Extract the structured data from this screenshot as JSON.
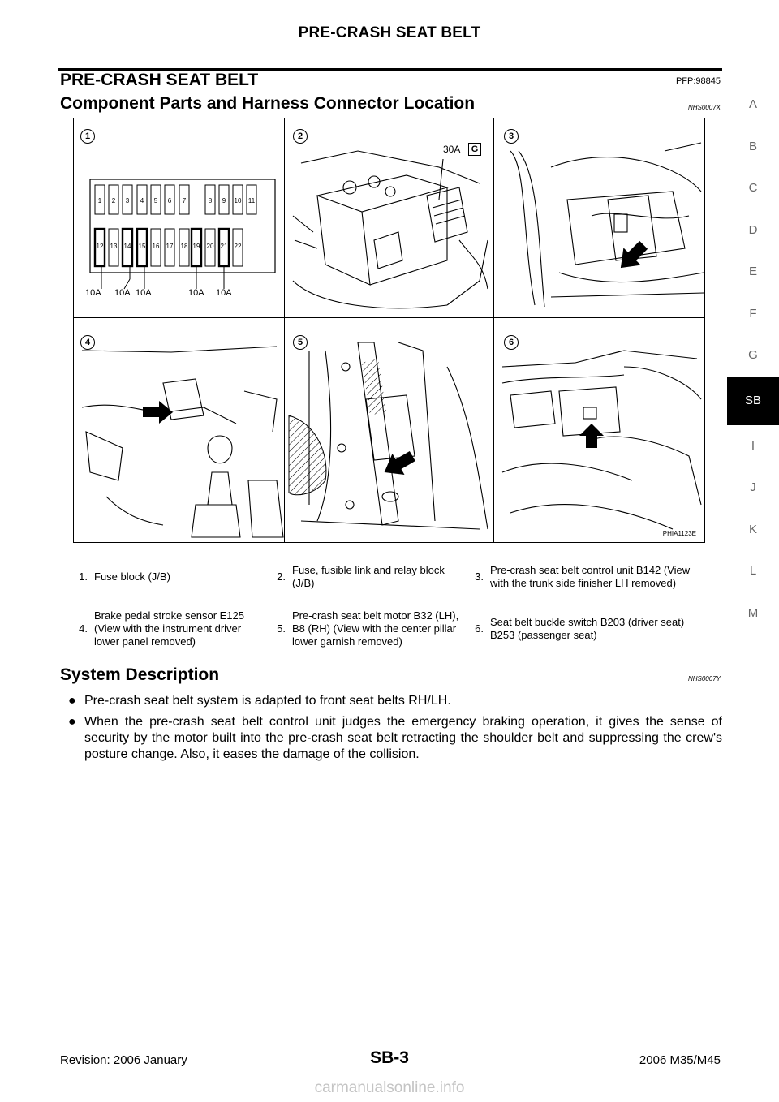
{
  "header": {
    "title": "PRE-CRASH SEAT BELT"
  },
  "section": {
    "title": "PRE-CRASH SEAT BELT",
    "pfp": "PFP:98845"
  },
  "component": {
    "title": "Component Parts and Harness Connector Location",
    "code": "NHS0007X"
  },
  "figure": {
    "code": "PHIA1123E",
    "panels": [
      "1",
      "2",
      "3",
      "4",
      "5",
      "6"
    ],
    "fuse_numbers_top": [
      "1",
      "2",
      "3",
      "4",
      "5",
      "6",
      "7",
      "8",
      "9",
      "10",
      "11"
    ],
    "fuse_numbers_bottom": [
      "12",
      "13",
      "14",
      "15",
      "16",
      "17",
      "18",
      "19",
      "20",
      "21",
      "22"
    ],
    "fuse_ratings": [
      "10A",
      "10A",
      "10A",
      "10A",
      "10A"
    ],
    "fuse_30a": "30A",
    "fuse_30a_tag": "G"
  },
  "legend": [
    {
      "num": "1.",
      "text": "Fuse block (J/B)"
    },
    {
      "num": "2.",
      "text": "Fuse, fusible link and relay block (J/B)"
    },
    {
      "num": "3.",
      "text": "Pre-crash seat belt control unit B142 (View with the trunk side finisher LH removed)"
    },
    {
      "num": "4.",
      "text": "Brake pedal stroke sensor E125 (View with the instrument driver lower panel removed)"
    },
    {
      "num": "5.",
      "text": "Pre-crash seat belt motor B32 (LH), B8 (RH) (View with the center pillar lower garnish removed)"
    },
    {
      "num": "6.",
      "text": "Seat belt buckle switch B203 (driver seat) B253 (passenger seat)"
    }
  ],
  "system": {
    "title": "System Description",
    "code": "NHS0007Y",
    "bullet_char": "●",
    "bullets": [
      "Pre-crash seat belt system is adapted to front seat belts RH/LH.",
      "When the pre-crash seat belt control unit judges the emergency braking operation, it gives the sense of security by the motor built into the pre-crash seat belt retracting the shoulder belt and suppressing the crew's posture change. Also, it eases the damage of the collision."
    ]
  },
  "side_tabs": [
    "A",
    "B",
    "C",
    "D",
    "E",
    "F",
    "G",
    "SB",
    "I",
    "J",
    "K",
    "L",
    "M"
  ],
  "side_tab_active": "SB",
  "footer": {
    "revision": "Revision: 2006 January",
    "page": "SB-3",
    "model": "2006 M35/M45"
  },
  "watermark": "carmanualsonline.info"
}
